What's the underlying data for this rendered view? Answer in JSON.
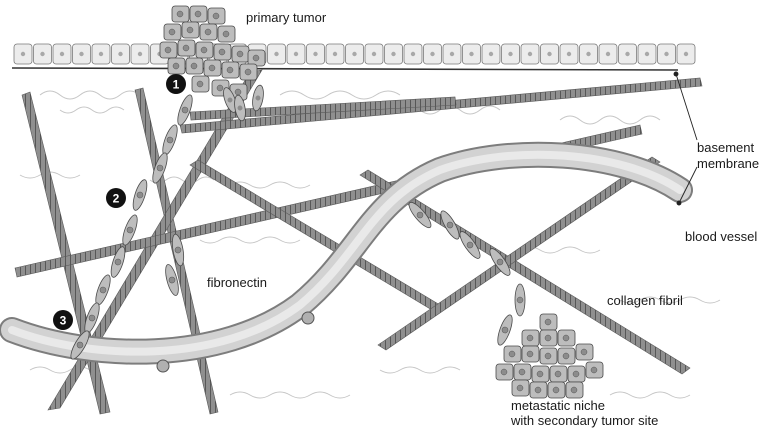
{
  "labels": {
    "primary_tumor": "primary tumor",
    "basement_line1": "basement",
    "basement_line2": "membrane",
    "blood_vessel": "blood vessel",
    "fibronectin": "fibronectin",
    "collagen_fibril": "collagen fibril",
    "niche_line1": "metastatic niche",
    "niche_line2": "with secondary tumor site"
  },
  "steps": [
    "1",
    "2",
    "3"
  ],
  "colors": {
    "cell_fill": "#bdbdbd",
    "cell_stroke": "#4a4a4a",
    "nucleus": "#8c8c8c",
    "fibril": "#6e6e6e",
    "vessel_fill": "#cfcfcf",
    "vessel_stroke": "#8a8a8a",
    "fibronectin": "#c8c8c8",
    "step_badge": "#111111",
    "membrane_fill": "#ececec"
  }
}
